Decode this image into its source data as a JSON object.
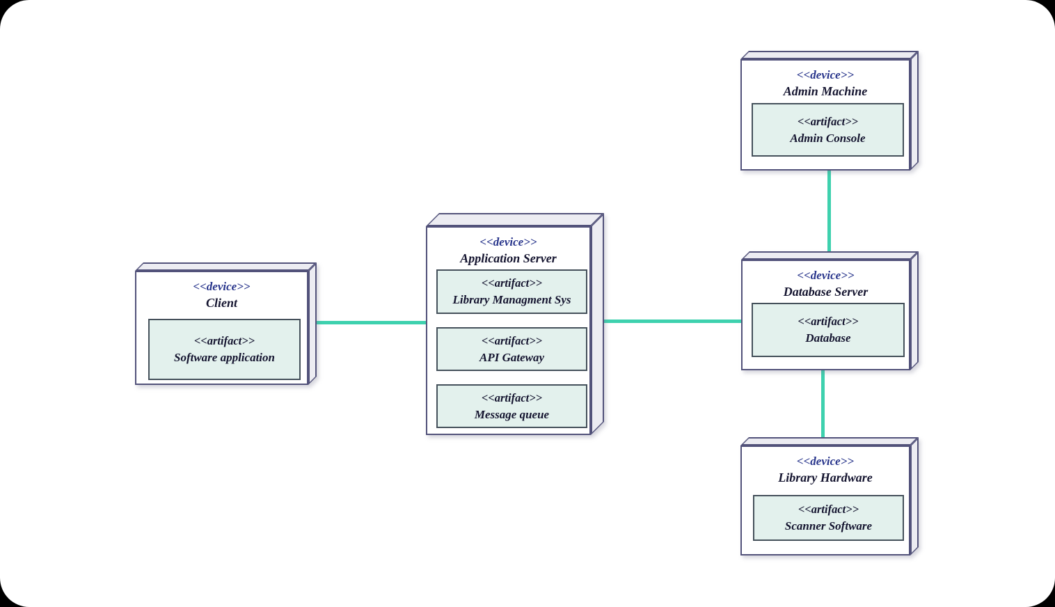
{
  "diagram": {
    "type": "uml-deployment-diagram",
    "colors": {
      "background": "#ffffff",
      "outside_corners": "#000000",
      "connector": "#3ed1ae",
      "node_border": "#52527a",
      "node_front_fill": "#ffffff",
      "node_depth_fill": "#ececf2",
      "artifact_fill": "#e3f1ed",
      "artifact_border": "#44505a",
      "device_stereotype_text": "#27348b",
      "name_text": "#14142f"
    }
  },
  "nodes": [
    {
      "id": "client",
      "stereotype": "<<device>>",
      "name": "Client",
      "artifacts": [
        {
          "stereotype": "<<artifact>>",
          "name": "Software application"
        }
      ]
    },
    {
      "id": "application-server",
      "stereotype": "<<device>>",
      "name": "Application Server",
      "artifacts": [
        {
          "stereotype": "<<artifact>>",
          "name": "Library Managment Sys"
        },
        {
          "stereotype": "<<artifact>>",
          "name": "API Gateway"
        },
        {
          "stereotype": "<<artifact>>",
          "name": "Message queue"
        }
      ]
    },
    {
      "id": "admin-machine",
      "stereotype": "<<device>>",
      "name": "Admin Machine",
      "artifacts": [
        {
          "stereotype": "<<artifact>>",
          "name": "Admin Console"
        }
      ]
    },
    {
      "id": "database-server",
      "stereotype": "<<device>>",
      "name": "Database Server",
      "artifacts": [
        {
          "stereotype": "<<artifact>>",
          "name": "Database"
        }
      ]
    },
    {
      "id": "library-hardware",
      "stereotype": "<<device>>",
      "name": "Library Hardware",
      "artifacts": [
        {
          "stereotype": "<<artifact>>",
          "name": "Scanner Software"
        }
      ]
    }
  ],
  "connections": [
    {
      "from": "Client",
      "to": "Application Server",
      "orientation": "horizontal"
    },
    {
      "from": "Application Server",
      "to": "Database Server",
      "orientation": "horizontal"
    },
    {
      "from": "Admin Machine",
      "to": "Database Server",
      "orientation": "vertical"
    },
    {
      "from": "Database Server",
      "to": "Library Hardware",
      "orientation": "vertical"
    }
  ]
}
